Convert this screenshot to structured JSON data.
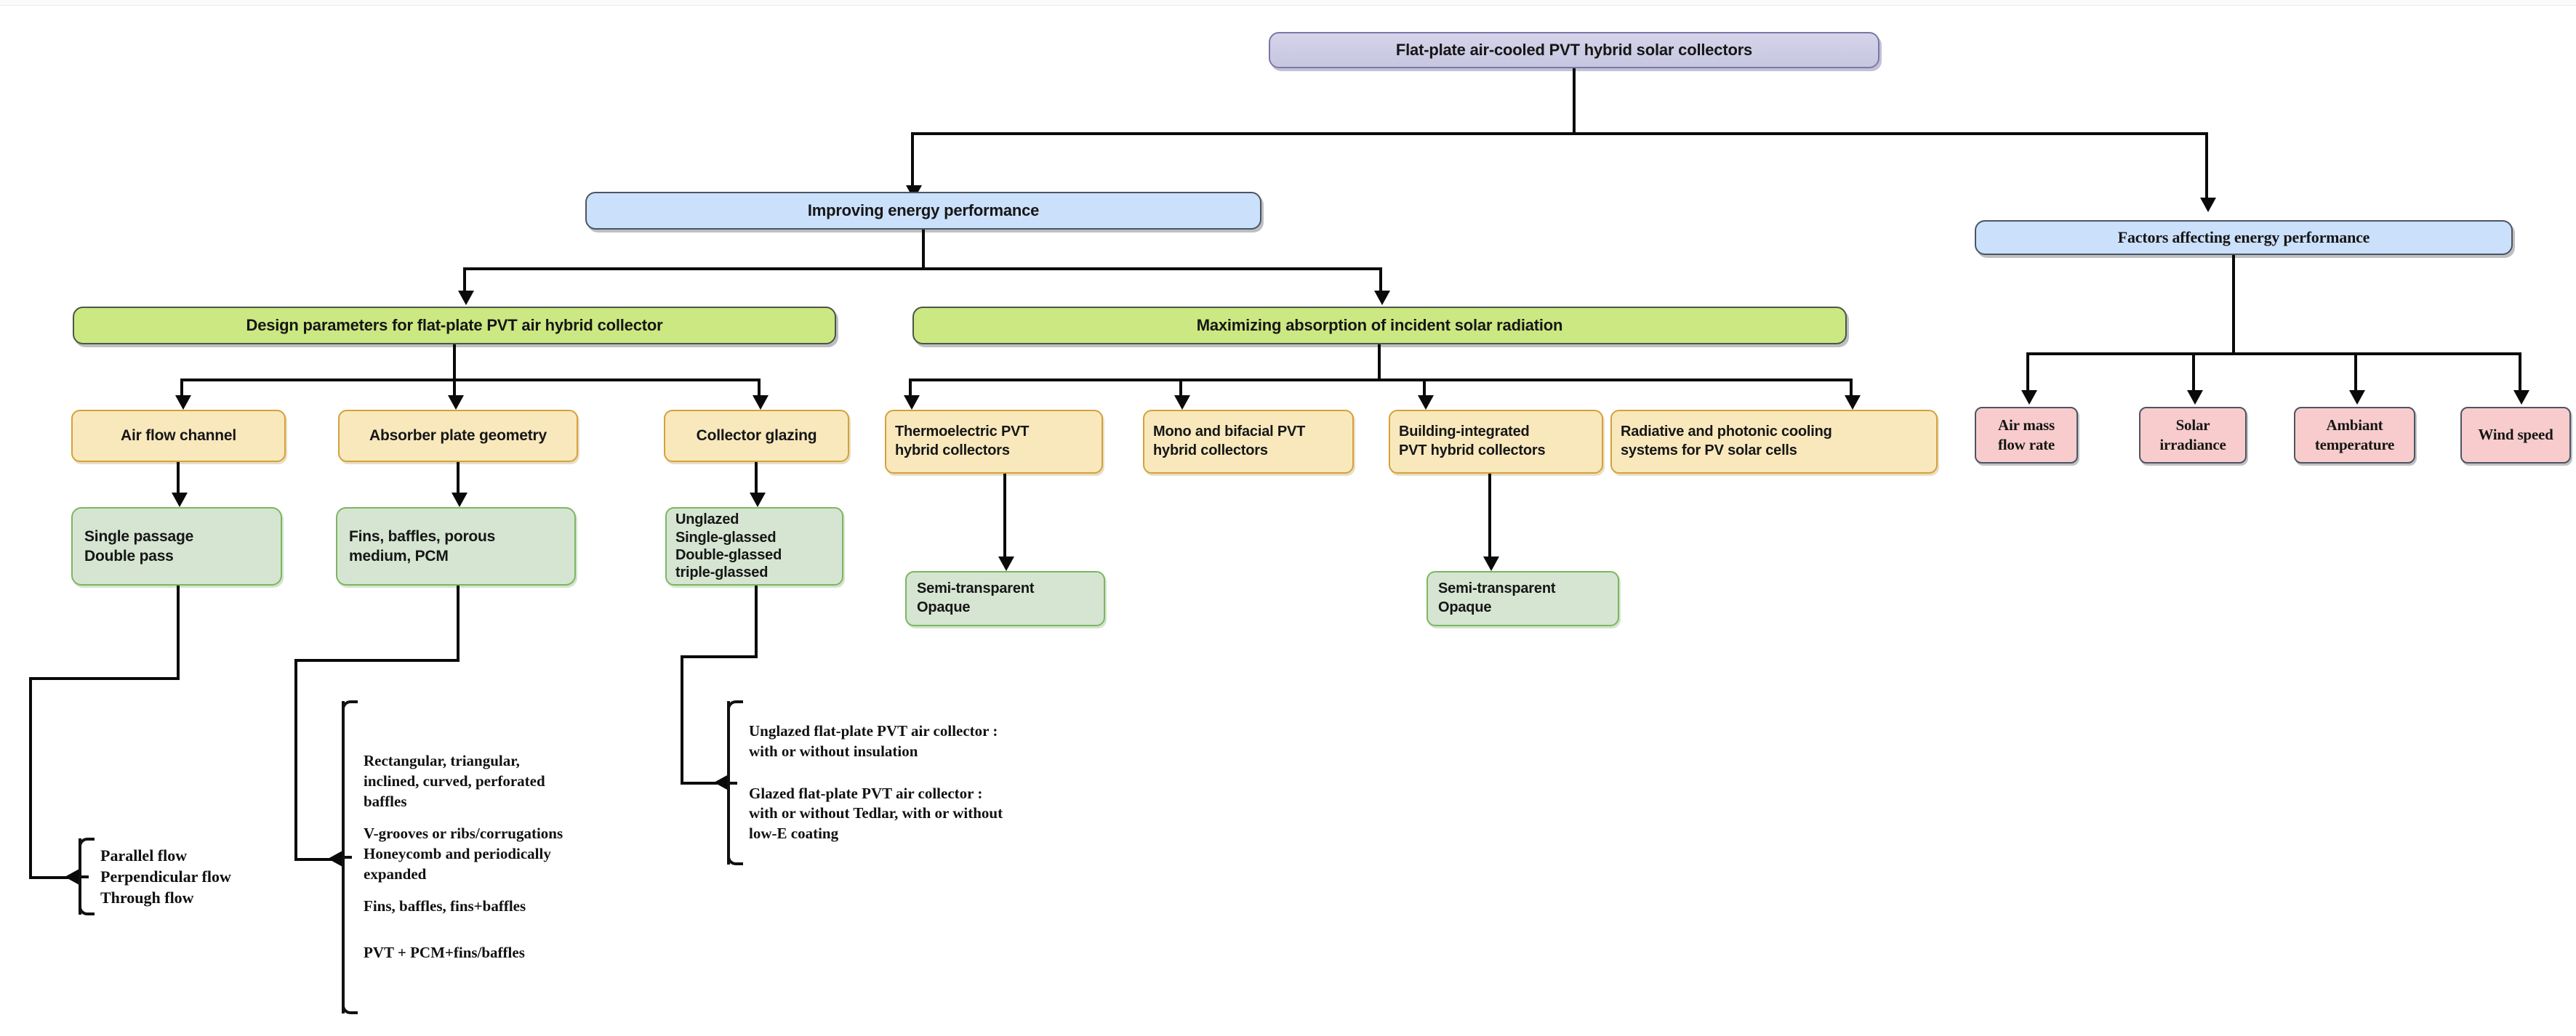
{
  "diagram": {
    "title": "Flat-plate air-cooled PVT hybrid solar collectors taxonomy",
    "colors": {
      "root_fill": "#CDCCE5",
      "root_border": "#7A78A8",
      "blue_fill": "#CBE0FB",
      "green_header_fill": "#CCE882",
      "tan_fill": "#F8E8BC",
      "tan_border": "#D4A13B",
      "light_green_fill": "#D6E5D2",
      "light_green_border": "#7CB661",
      "pink_fill": "#F8CCCC",
      "connector": "#0A0A0A",
      "background": "#FFFFFF"
    },
    "root": {
      "label": "Flat-plate air-cooled PVT hybrid solar collectors"
    },
    "level1": [
      {
        "label": "Improving energy performance"
      },
      {
        "label": "Factors affecting energy performance"
      }
    ],
    "level2": [
      {
        "label": "Design parameters for flat-plate PVT air hybrid collector"
      },
      {
        "label": "Maximizing absorption of incident  solar radiation"
      }
    ],
    "design_children": [
      {
        "label": "Air flow channel"
      },
      {
        "label": "Absorber plate geometry"
      },
      {
        "label": "Collector glazing"
      }
    ],
    "design_grandchildren": [
      {
        "lines": [
          "Single passage",
          "Double pass"
        ]
      },
      {
        "lines": [
          "Fins, baffles, porous",
          "medium, PCM"
        ]
      },
      {
        "lines": [
          "Unglazed",
          "Single-glassed",
          "Double-glassed",
          "triple-glassed"
        ]
      }
    ],
    "maximizing_children": [
      {
        "lines": [
          "Thermoelectric PVT",
          "hybrid collectors"
        ]
      },
      {
        "lines": [
          "Mono and bifacial PVT",
          "hybrid collectors"
        ]
      },
      {
        "lines": [
          "Building-integrated",
          "PVT hybrid collectors"
        ]
      },
      {
        "lines": [
          "Radiative and photonic cooling",
          "systems for PV solar cells"
        ]
      }
    ],
    "maximizing_grandchildren": [
      {
        "lines": [
          "Semi-transparent",
          "Opaque"
        ]
      },
      {
        "lines": [
          "Semi-transparent",
          "Opaque"
        ]
      }
    ],
    "factors_children": [
      {
        "lines": [
          "Air mass",
          "flow rate"
        ]
      },
      {
        "lines": [
          "Solar",
          "irradiance"
        ]
      },
      {
        "lines": [
          "Ambiant",
          "temperature"
        ]
      },
      {
        "lines": [
          "Wind speed"
        ]
      }
    ],
    "brace_airflow": {
      "groups": [
        {
          "lines": [
            "Parallel flow",
            "Perpendicular flow",
            "Through flow"
          ]
        }
      ]
    },
    "brace_absorber": {
      "groups": [
        {
          "lines": [
            "Rectangular, triangular,",
            "inclined, curved, perforated",
            "baffles"
          ]
        },
        {
          "lines": [
            "V-grooves or ribs/corrugations",
            "Honeycomb and periodically",
            "expanded"
          ]
        },
        {
          "lines": [
            "Fins, baffles, fins+baffles"
          ]
        },
        {
          "lines": [
            "PVT + PCM+fins/baffles"
          ]
        }
      ]
    },
    "brace_glazing": {
      "groups": [
        {
          "lines": [
            "Unglazed flat-plate PVT air collector :",
            "with or without insulation"
          ]
        },
        {
          "lines": [
            "Glazed flat-plate PVT air collector :",
            "with or without Tedlar, with or without",
            "low-E coating"
          ]
        }
      ]
    }
  }
}
